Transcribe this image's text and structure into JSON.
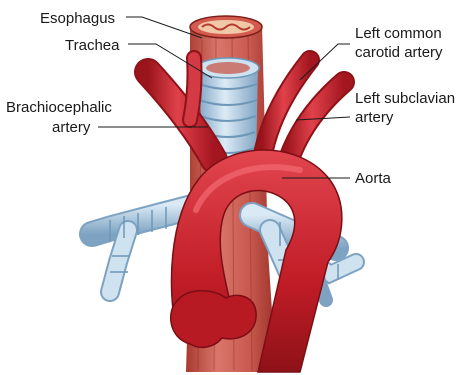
{
  "diagram": {
    "labels": {
      "esophagus": "Esophagus",
      "trachea": "Trachea",
      "brachiocephalic_line1": "Brachiocephalic",
      "brachiocephalic_line2": "artery",
      "left_common_carotid_line1": "Left common",
      "left_common_carotid_line2": "carotid artery",
      "left_subclavian_line1": "Left subclavian",
      "left_subclavian_line2": "artery",
      "aorta": "Aorta"
    },
    "colors": {
      "artery": "#c8202a",
      "artery_dark": "#8e1218",
      "esophagus": "#c8534a",
      "trachea": "#a9c8df",
      "trachea_dark": "#6e97b8",
      "background": "#ffffff"
    }
  }
}
